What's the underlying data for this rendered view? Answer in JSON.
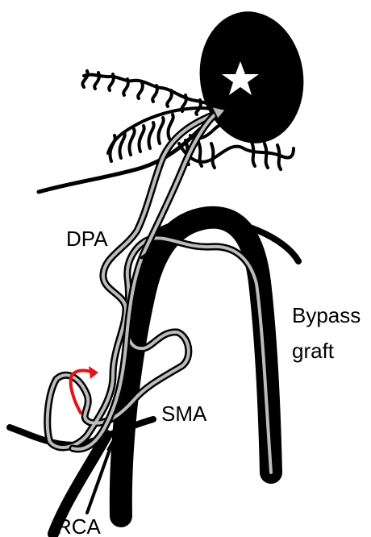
{
  "labels": {
    "dpa": "DPA",
    "bypass_line1": "Bypass",
    "bypass_line2": "graft",
    "sma": "SMA",
    "rca": "RCA"
  },
  "colors": {
    "vessel": "#000000",
    "catheter": "#bcbcbc",
    "catheter_outline": "#000000",
    "highlight_arrow": "#e3121b",
    "star": "#ffffff",
    "background": "#ffffff"
  },
  "icons": {
    "star": "star-icon",
    "arrowhead": "arrowhead-marker",
    "pointer": "arrow-pointer"
  }
}
